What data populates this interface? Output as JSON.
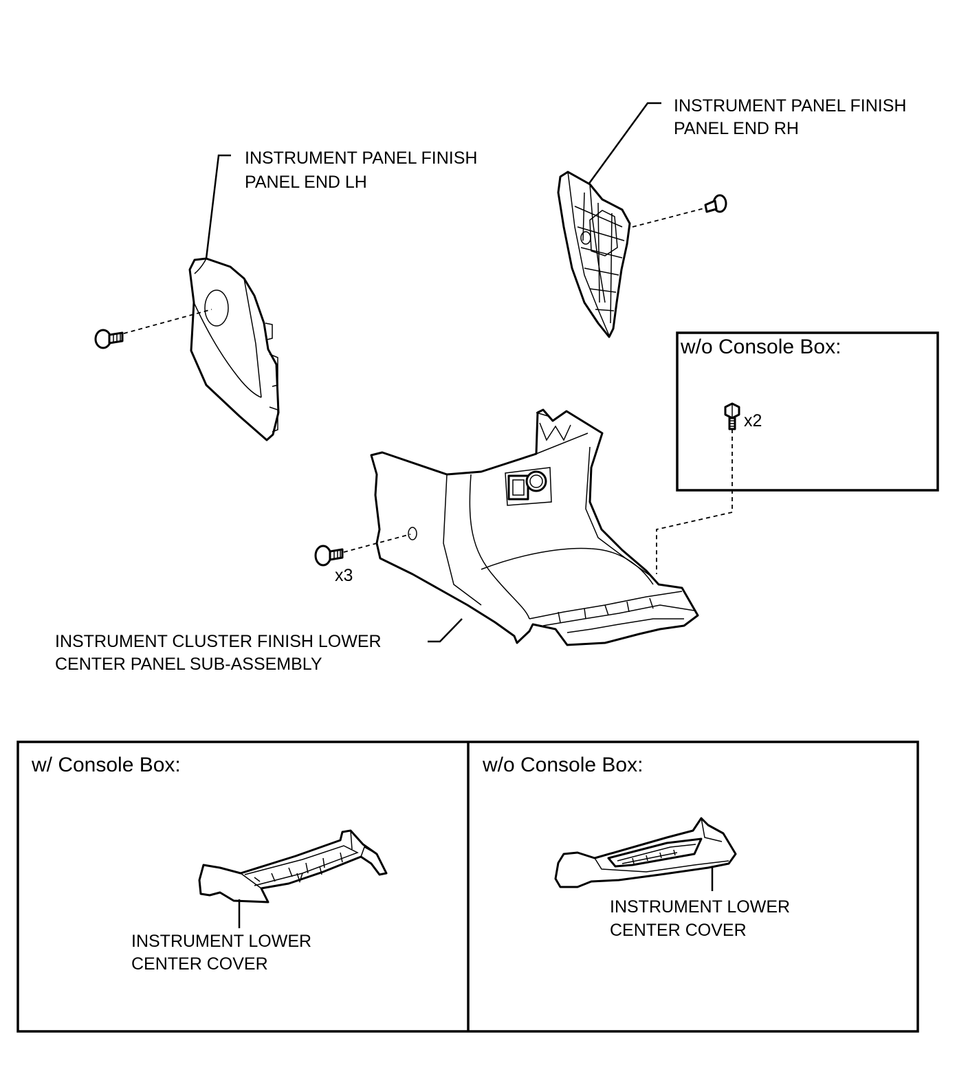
{
  "labels": {
    "panel_end_lh": [
      "INSTRUMENT PANEL FINISH",
      "PANEL END LH"
    ],
    "panel_end_rh": [
      "INSTRUMENT PANEL FINISH",
      "PANEL END RH"
    ],
    "lower_center_panel": [
      "INSTRUMENT CLUSTER FINISH LOWER",
      "CENTER PANEL SUB-ASSEMBLY"
    ],
    "cover_with_console": [
      "INSTRUMENT LOWER",
      "CENTER COVER"
    ],
    "cover_without_console": [
      "INSTRUMENT LOWER",
      "CENTER COVER"
    ]
  },
  "boxes": {
    "side_without_console": "w/o Console Box:",
    "bottom_with_console": "w/ Console Box:",
    "bottom_without_console": "w/o Console Box:"
  },
  "quantities": {
    "bolt_count": "x2",
    "clip_count": "x3"
  },
  "icons": [
    "clip-icon",
    "bolt-icon"
  ]
}
